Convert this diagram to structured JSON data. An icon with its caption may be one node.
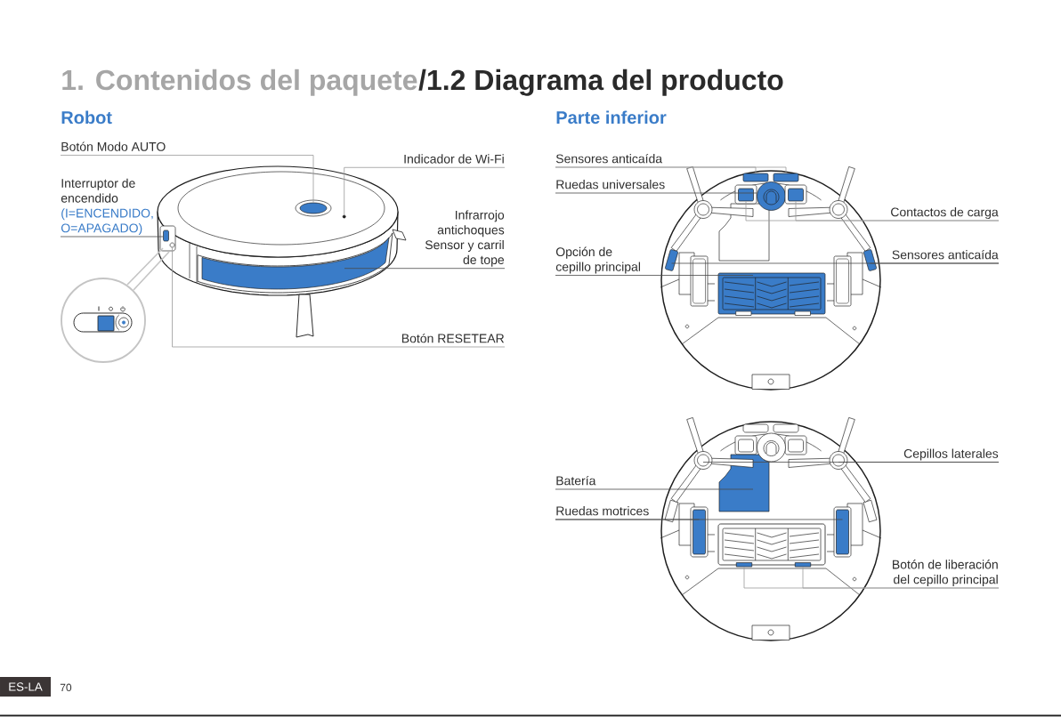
{
  "diagram": {
    "title": "/1.2 Diagrama del producto",
    "nodes": [
      {
        "text": [
          "Botón Modo AUTO"
        ]
      },
      {
        "text": [
          "Indicador de Wi-Fi"
        ]
      },
      {
        "text": [
          "Interruptor de encendido",
          "(I=ENCENDIDO, O=APAGADO)"
        ]
      },
      {
        "text": [
          "Infrarrojo antichoques Sensor y carril de tope"
        ]
      },
      {
        "text": [
          "Botón RESETEAR"
        ]
      },
      {
        "text": [
          "Sensores anticaída"
        ]
      },
      {
        "text": [
          "Ruedas universales"
        ]
      },
      {
        "text": [
          "Contactos de carga"
        ]
      },
      {
        "text": [
          "Opción de cepillo principal"
        ]
      },
      {
        "text": [
          "Sensores anticaída"
        ]
      },
      {
        "text": [
          "Cepillos laterales"
        ]
      },
      {
        "text": [
          "Batería"
        ]
      },
      {
        "text": [
          "Ruedas motrices"
        ]
      },
      {
        "text": [
          "Botón de liberación del cepillo principal"
        ]
      },
      {
        "text": [],
        "shape": "ellipse"
      },
      {
        "text": [],
        "shape": "circle"
      },
      {
        "text": [],
        "shape": "box"
      },
      {
        "text": [],
        "shape": "band"
      },
      {
        "text": [],
        "shape": "circle"
      },
      {
        "text": [],
        "shape": "box"
      },
      {
        "text": [],
        "shape": "box"
      },
      {
        "text": [],
        "shape": "circle"
      },
      {
        "text": [],
        "shape": "box"
      },
      {
        "text": [],
        "shape": "box"
      },
      {
        "text": [],
        "shape": "box"
      },
      {
        "text": [],
        "shape": "box"
      },
      {
        "text": [],
        "shape": "box"
      },
      {
        "text": [],
        "shape": "picture"
      },
      {
        "text": [],
        "shape": "picture"
      },
      {
        "text": [],
        "shape": "box"
      },
      {
        "text": [],
        "shape": "box"
      },
      {
        "text": [],
        "shape": "box"
      },
      {
        "text": [],
        "shape": "bar"
      },
      {
        "text": [],
        "shape": "bar"
      },
      {
        "text": [
          "ES-LA"
        ]
      },
      {
        "text": [],
        "shape": "picture"
      },
      {
        "text": [],
        "shape": "picture"
      },
      {
        "text": [],
        "shape": "box"
      },
      {
        "text": [],
        "shape": "box"
      },
      {
        "text": [],
        "shape": "bar",
        "in": 26
      },
      {
        "text": [],
        "shape": "bar",
        "in": 26
      }
    ],
    "edges": [
      {
        "from": 0,
        "to": 14,
        "arrow": "none",
        "color": "#9b9b9b"
      },
      {
        "from": 1,
        "to": 15,
        "arrow": "none",
        "color": "#9b9b9b"
      },
      {
        "from": 2,
        "to": 16,
        "arrow": "none"
      },
      {
        "from": 3,
        "to": 17,
        "arrow": "none"
      },
      {
        "from": 4,
        "to": 18,
        "arrow": "none",
        "color": "#9b9b9b"
      },
      {
        "from": 5,
        "to": 19,
        "arrow": "none",
        "color": "#9b9b9b"
      },
      {
        "from": 5,
        "to": 20,
        "arrow": "none",
        "color": "#9b9b9b"
      },
      {
        "from": 6,
        "to": 21,
        "arrow": "none"
      },
      {
        "from": 7,
        "to": 22,
        "arrow": "none",
        "color": "#9b9b9b"
      },
      {
        "from": 7,
        "to": 23,
        "arrow": "none",
        "color": "#9b9b9b"
      },
      {
        "from": 8,
        "to": 26,
        "arrow": "none"
      },
      {
        "from": 9,
        "to": 24,
        "arrow": "none"
      },
      {
        "from": 9,
        "to": 25,
        "arrow": "none"
      },
      {
        "from": 10,
        "to": 27,
        "arrow": "none"
      },
      {
        "from": 10,
        "to": 28,
        "arrow": "none"
      },
      {
        "from": 11,
        "to": 29,
        "arrow": "none"
      },
      {
        "from": 12,
        "to": 30,
        "arrow": "none"
      },
      {
        "from": 12,
        "to": 31,
        "arrow": "none"
      },
      {
        "from": 13,
        "to": 32,
        "arrow": "none",
        "color": "#9b9b9b"
      },
      {
        "from": 13,
        "to": 33,
        "arrow": "none",
        "color": "#9b9b9b"
      }
    ],
    "labels": [
      "1. Contenidos del paquete",
      "Robot",
      "Parte inferior",
      "70"
    ]
  }
}
